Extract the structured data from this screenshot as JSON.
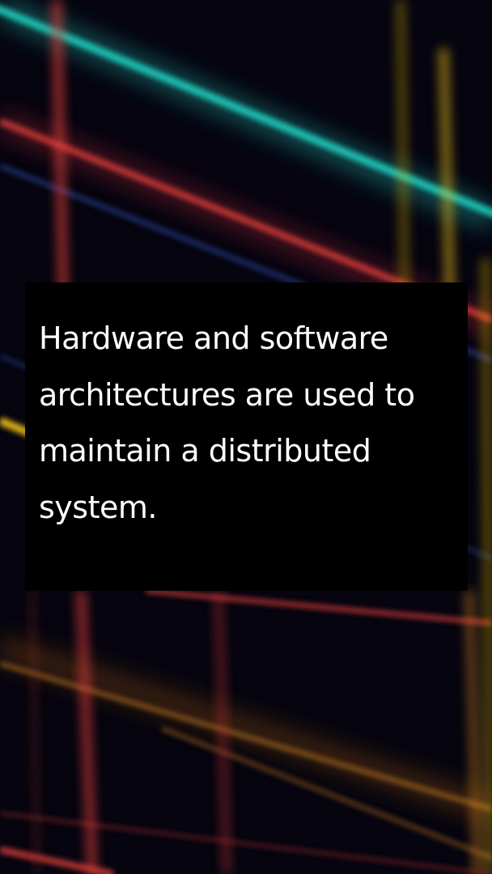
{
  "background": {
    "description_icon": "blurred-neon-light-streaks",
    "base_color": "#05040f",
    "colors": [
      "#1fd6c4",
      "#e8413c",
      "#f2c21a",
      "#f39a2a",
      "#2f4ea8"
    ]
  },
  "caption": {
    "lines": [
      "Hardware and software",
      "architectures are used to",
      "maintain a distributed",
      "system."
    ],
    "box_color": "#000000",
    "text_color": "#ffffff"
  }
}
